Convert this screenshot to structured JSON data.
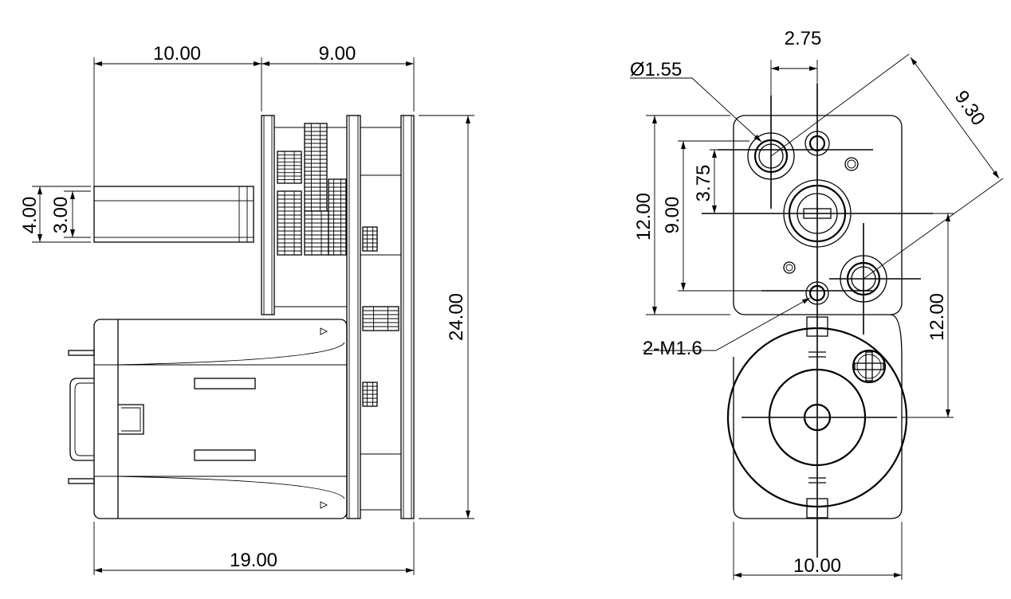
{
  "drawing": {
    "side_view": {
      "dimensions": {
        "shaft_length": "10.00",
        "gearbox_length": "9.00",
        "total_length": "19.00",
        "total_height": "24.00",
        "shaft_diameter": "4.00",
        "shaft_flat": "3.00"
      }
    },
    "front_view": {
      "dimensions": {
        "hole_spacing": "2.75",
        "hole_diameter": "Ø1.55",
        "diagonal": "9.30",
        "gearbox_height": "12.00",
        "hole_vertical_spacing": "9.00",
        "shaft_offset": "3.75",
        "motor_offset": "12.00",
        "width": "10.00",
        "mount_thread": "2-M1.6"
      }
    }
  }
}
